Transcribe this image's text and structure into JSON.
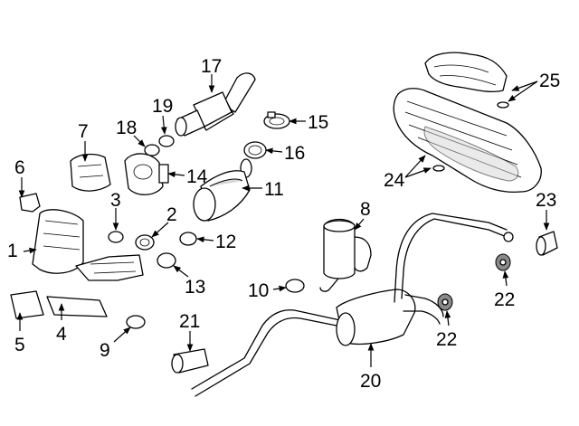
{
  "callouts": [
    {
      "id": "1",
      "label": "1"
    },
    {
      "id": "2",
      "label": "2"
    },
    {
      "id": "3",
      "label": "3"
    },
    {
      "id": "4",
      "label": "4"
    },
    {
      "id": "5",
      "label": "5"
    },
    {
      "id": "6",
      "label": "6"
    },
    {
      "id": "7",
      "label": "7"
    },
    {
      "id": "8",
      "label": "8"
    },
    {
      "id": "9",
      "label": "9"
    },
    {
      "id": "10",
      "label": "10"
    },
    {
      "id": "11",
      "label": "11"
    },
    {
      "id": "12",
      "label": "12"
    },
    {
      "id": "13",
      "label": "13"
    },
    {
      "id": "14",
      "label": "14"
    },
    {
      "id": "15",
      "label": "15"
    },
    {
      "id": "16",
      "label": "16"
    },
    {
      "id": "17",
      "label": "17"
    },
    {
      "id": "18",
      "label": "18"
    },
    {
      "id": "19",
      "label": "19"
    },
    {
      "id": "20",
      "label": "20"
    },
    {
      "id": "21",
      "label": "21"
    },
    {
      "id": "22a",
      "label": "22"
    },
    {
      "id": "22b",
      "label": "22"
    },
    {
      "id": "23",
      "label": "23"
    },
    {
      "id": "24",
      "label": "24"
    },
    {
      "id": "25",
      "label": "25"
    }
  ],
  "colors": {
    "line": "#000000",
    "background": "#ffffff",
    "shade": "#d6d6d6"
  }
}
